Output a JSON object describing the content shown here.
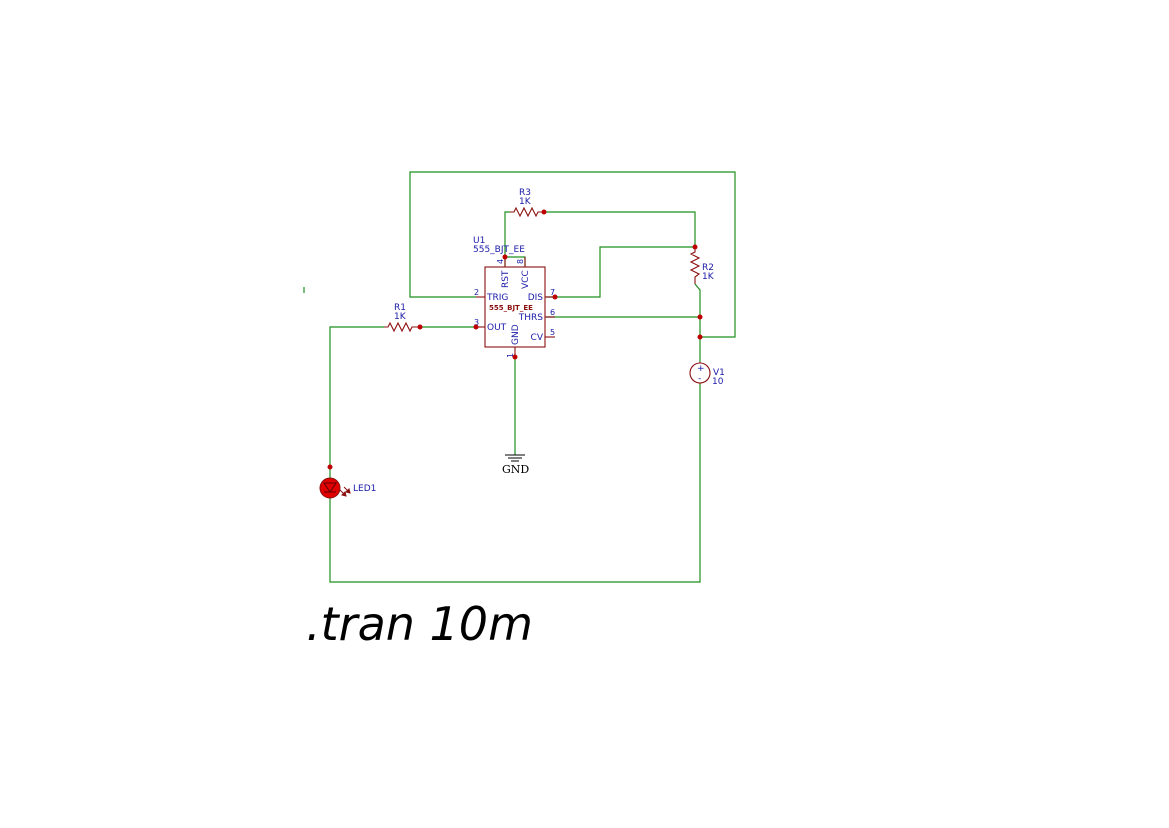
{
  "schematic": {
    "u1": {
      "ref": "U1",
      "value": "555_BJT_EE",
      "inner_label": "555_BJT_EE",
      "pins": {
        "trig": "TRIG",
        "out": "OUT",
        "dis": "DIS",
        "thrs": "THRS",
        "cv": "CV",
        "rst": "RST",
        "vcc": "VCC",
        "gnd": "GND"
      },
      "pin_numbers": {
        "trig": "2",
        "out": "3",
        "dis": "7",
        "thrs": "6",
        "cv": "5",
        "rst": "4",
        "vcc": "8",
        "gnd": "1"
      }
    },
    "r1": {
      "ref": "R1",
      "value": "1K"
    },
    "r2": {
      "ref": "R2",
      "value": "1K"
    },
    "r3": {
      "ref": "R3",
      "value": "1K"
    },
    "v1": {
      "ref": "V1",
      "value": "10",
      "plus": "+",
      "minus": "-"
    },
    "led1": {
      "ref": "LED1"
    },
    "ground": {
      "label": "GND"
    },
    "directive": ".tran 10m",
    "colors": {
      "wire": "#1f8f1f",
      "component": "#8b1010",
      "label": "#1a1aa8",
      "junction": "#c00000",
      "led_fill": "#e00000"
    }
  }
}
